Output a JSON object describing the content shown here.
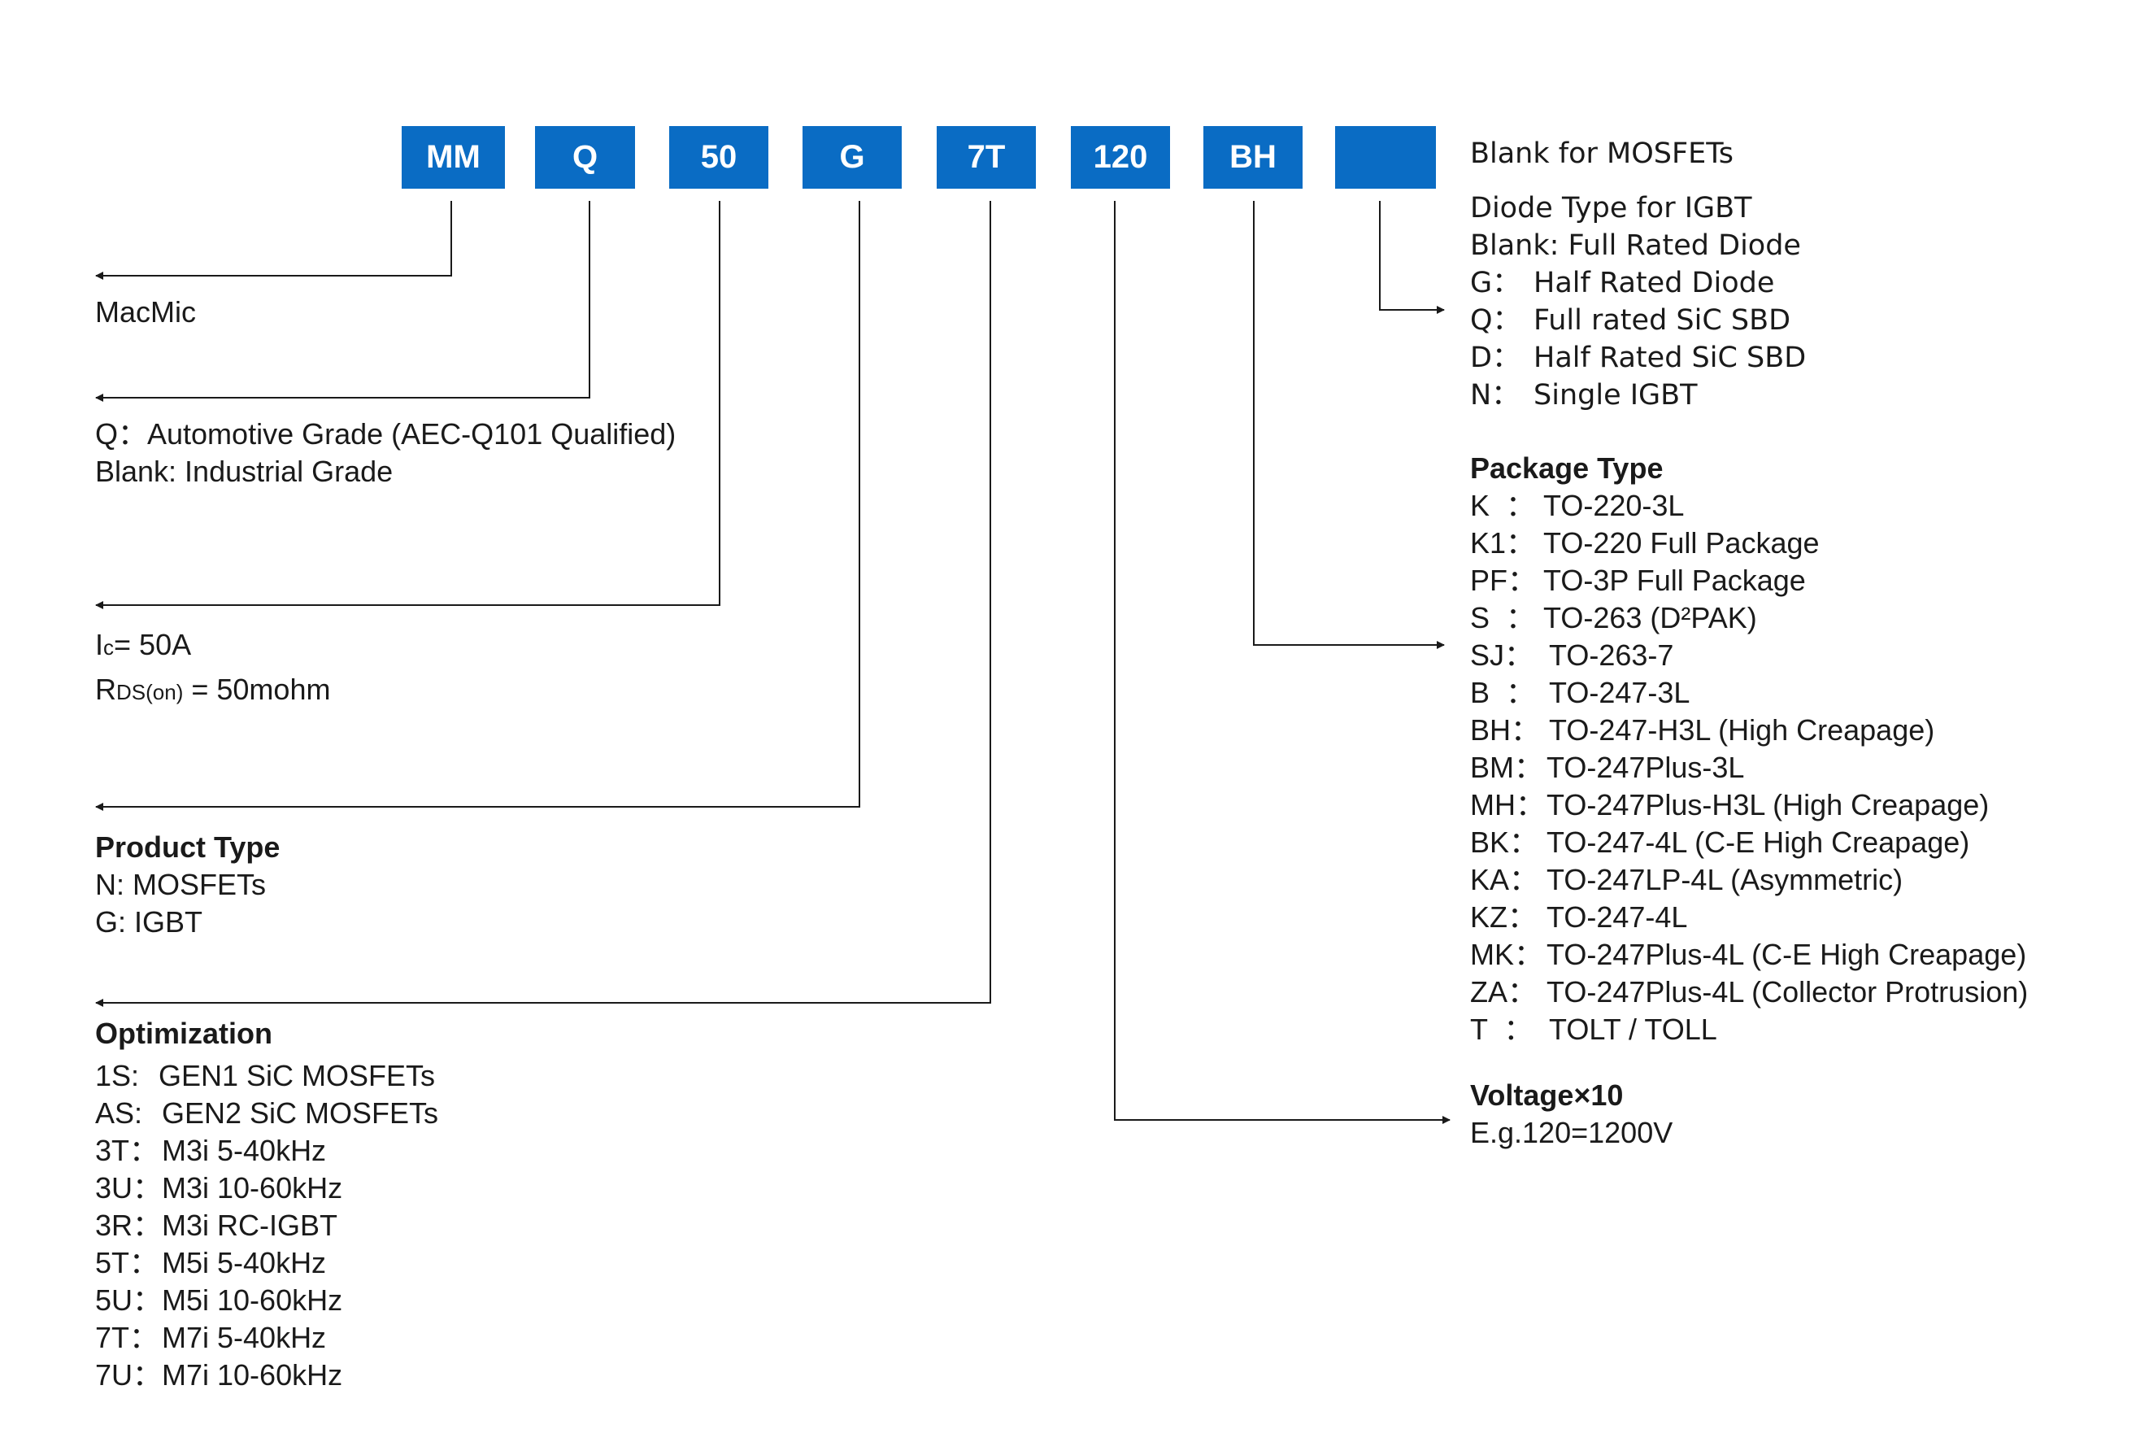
{
  "part_number": {
    "boxes": [
      {
        "id": "mm",
        "label": "MM"
      },
      {
        "id": "q",
        "label": "Q"
      },
      {
        "id": "50",
        "label": "50"
      },
      {
        "id": "g",
        "label": "G"
      },
      {
        "id": "7t",
        "label": "7T"
      },
      {
        "id": "120",
        "label": "120"
      },
      {
        "id": "bh",
        "label": "BH"
      },
      {
        "id": "blank",
        "label": ""
      }
    ]
  },
  "legends": {
    "brand": {
      "text": "MacMic"
    },
    "grade": {
      "lines": [
        "Q：Automotive Grade (AEC-Q101 Qualified)",
        "Blank: Industrial Grade"
      ]
    },
    "rating": {
      "ic_symbol": "I",
      "ic_sub": "c",
      "ic_value": "= 50A",
      "rds_symbol": "R",
      "rds_sub": "DS(on)",
      "rds_value": " = 50mohm"
    },
    "product_type": {
      "heading": "Product Type",
      "lines": [
        "N: MOSFETs",
        "G: IGBT"
      ]
    },
    "optimization": {
      "heading": "Optimization",
      "items": [
        {
          "code": "1S:",
          "desc": "GEN1 SiC MOSFETs"
        },
        {
          "code": "AS:",
          "desc": "GEN2 SiC MOSFETs"
        },
        {
          "code": "3T：",
          "desc": "M3i 5-40kHz"
        },
        {
          "code": "3U：",
          "desc": "M3i 10-60kHz"
        },
        {
          "code": "3R：",
          "desc": "M3i RC-IGBT"
        },
        {
          "code": "5T：",
          "desc": "M5i 5-40kHz"
        },
        {
          "code": "5U：",
          "desc": "M5i 10-60kHz"
        },
        {
          "code": "7T：",
          "desc": "M7i 5-40kHz"
        },
        {
          "code": "7U：",
          "desc": "M7i 10-60kHz"
        }
      ]
    },
    "mosfet_blank": {
      "text": "Blank for MOSFETs"
    },
    "diode_type": {
      "lines": [
        "Diode Type for IGBT",
        "Blank: Full Rated Diode"
      ],
      "items": [
        {
          "code": "G：",
          "desc": "Half Rated Diode"
        },
        {
          "code": "Q：",
          "desc": "Full rated SiC SBD"
        },
        {
          "code": "D：",
          "desc": "Half Rated SiC SBD"
        },
        {
          "code": "N：",
          "desc": "Single IGBT"
        }
      ]
    },
    "package_type": {
      "heading": "Package Type",
      "items": [
        {
          "code": "K  ：",
          "desc": "TO-220-3L"
        },
        {
          "code": "K1：",
          "desc": "TO-220 Full Package"
        },
        {
          "code": "PF：",
          "desc": "TO-3P Full Package"
        },
        {
          "code": "S  ：",
          "desc": "TO-263 (D²PAK)"
        },
        {
          "code": "SJ：",
          "desc": "TO-263-7"
        },
        {
          "code": "B  ：",
          "desc": "TO-247-3L"
        },
        {
          "code": "BH：",
          "desc": "TO-247-H3L (High Creapage)"
        },
        {
          "code": "BM：",
          "desc": "TO-247Plus-3L"
        },
        {
          "code": "MH：",
          "desc": "TO-247Plus-H3L (High Creapage)"
        },
        {
          "code": "BK：",
          "desc": "TO-247-4L (C-E High Creapage)"
        },
        {
          "code": "KA：",
          "desc": "TO-247LP-4L (Asymmetric)"
        },
        {
          "code": "KZ：",
          "desc": "TO-247-4L"
        },
        {
          "code": "MK：",
          "desc": "TO-247Plus-4L (C-E High Creapage)"
        },
        {
          "code": "ZA：",
          "desc": "TO-247Plus-4L (Collector Protrusion)"
        },
        {
          "code": "T  ：",
          "desc": "TOLT / TOLL"
        }
      ]
    },
    "voltage": {
      "heading": "Voltage×10",
      "lines": [
        "E.g.120=1200V"
      ]
    }
  },
  "colors": {
    "box_fill": "#0a6cc4",
    "box_text": "#ffffff",
    "line": "#1a1a1a",
    "text": "#1a1a1a"
  }
}
